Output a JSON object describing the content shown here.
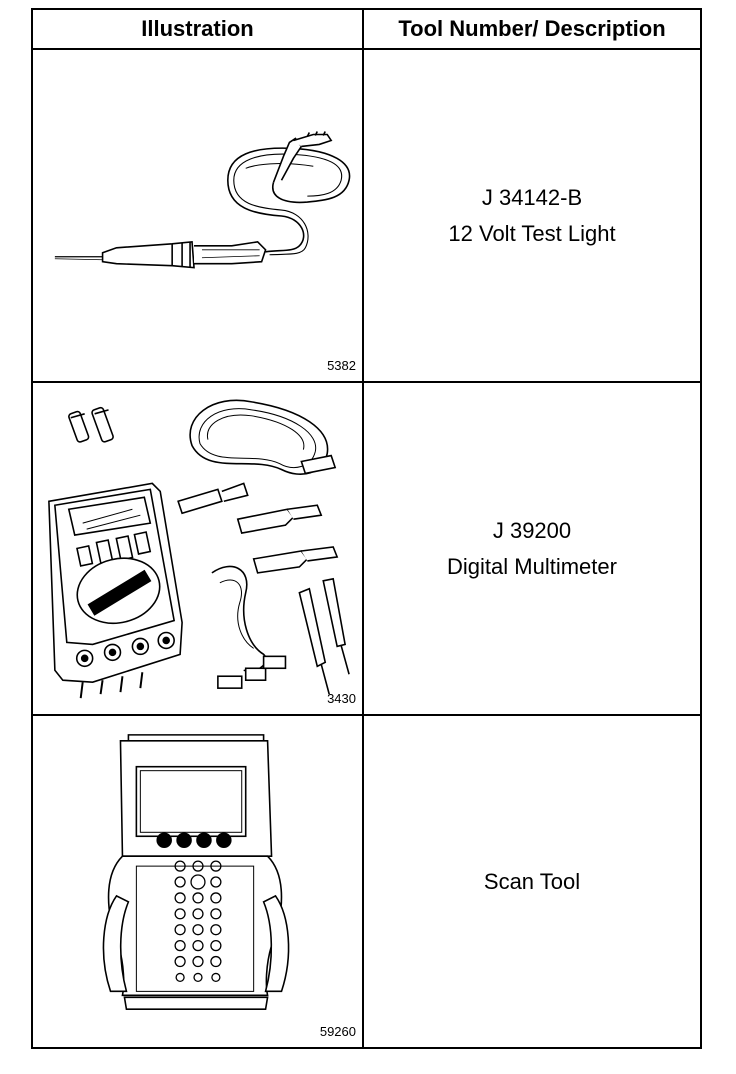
{
  "table": {
    "headers": [
      "Illustration",
      "Tool Number/ Description"
    ],
    "rows": [
      {
        "figure_number": "5382",
        "illustration": "test-light",
        "tool_number": "J 34142-B",
        "description": "12 Volt Test Light"
      },
      {
        "figure_number": "3430",
        "illustration": "digital-multimeter",
        "tool_number": "J 39200",
        "description": "Digital Multimeter"
      },
      {
        "figure_number": "59260",
        "illustration": "scan-tool",
        "tool_number": "",
        "description": "Scan Tool"
      }
    ]
  }
}
